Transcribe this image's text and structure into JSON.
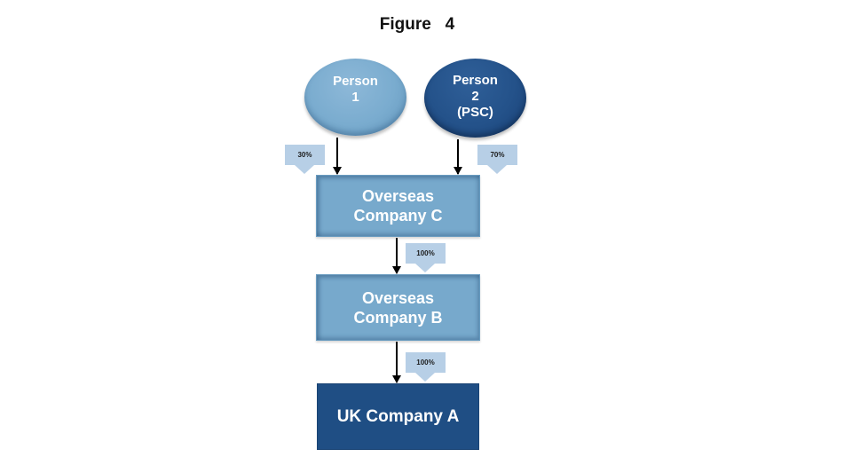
{
  "figure": {
    "title": "Figure   4"
  },
  "nodes": {
    "person1": {
      "label": "Person\n1",
      "color": "#7aaccf"
    },
    "person2": {
      "label": "Person\n2\n(PSC)",
      "color": "#24528a"
    },
    "company_c": {
      "label": "Overseas\nCompany C",
      "color": "#77a9cc"
    },
    "company_b": {
      "label": "Overseas\nCompany B",
      "color": "#77a9cc"
    },
    "company_a": {
      "label": "UK Company A",
      "color": "#1f4e84"
    }
  },
  "edges": [
    {
      "from": "person1",
      "to": "company_c",
      "label": "30%"
    },
    {
      "from": "person2",
      "to": "company_c",
      "label": "70%"
    },
    {
      "from": "company_c",
      "to": "company_b",
      "label": "100%"
    },
    {
      "from": "company_b",
      "to": "company_a",
      "label": "100%"
    }
  ]
}
